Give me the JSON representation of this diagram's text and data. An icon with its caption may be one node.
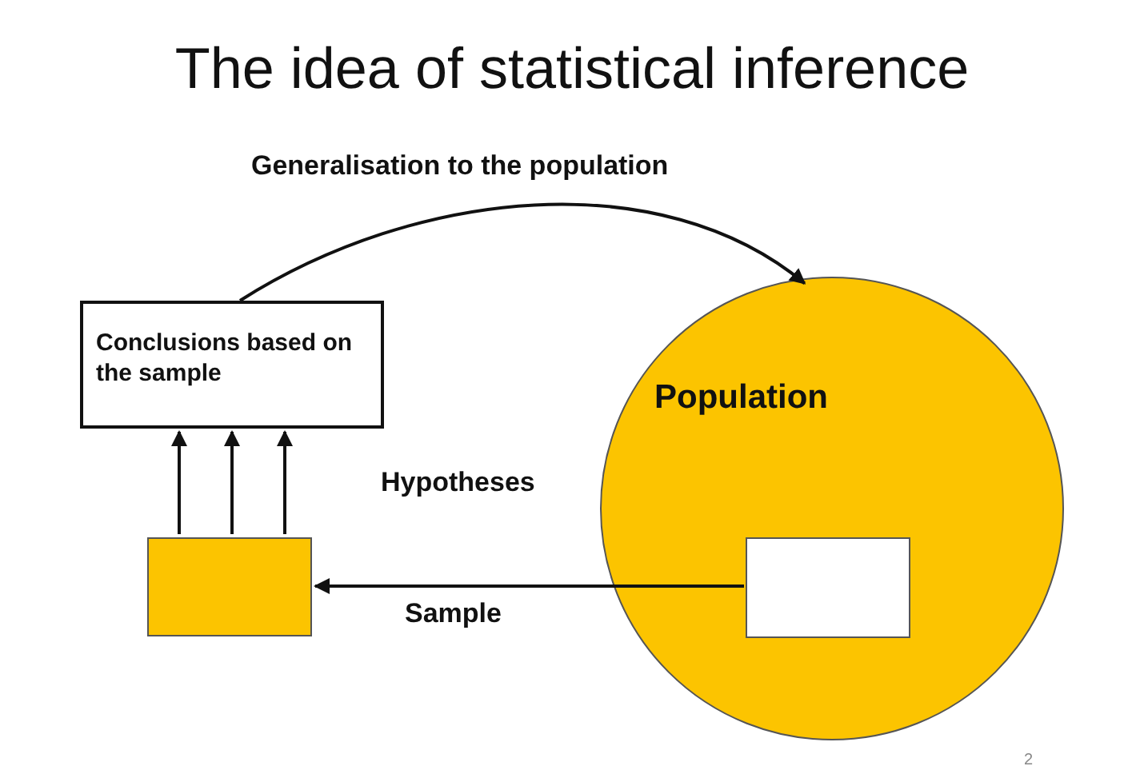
{
  "diagram": {
    "title": "The idea of statistical inference",
    "nodes": [
      {
        "text": [
          "Conclusions based on the sample"
        ]
      },
      {
        "text": [
          "Population"
        ]
      },
      {
        "text": [],
        "shape": "box",
        "in": 1
      },
      {
        "text": [],
        "shape": "box"
      }
    ],
    "edges": [
      {
        "from": 0,
        "to": 1,
        "arrow": "to",
        "label": "Generalisation to the population"
      },
      {
        "from": 2,
        "to": 3,
        "arrow": "to",
        "label": "Sample"
      },
      {
        "from": 3,
        "to": 0,
        "arrow": "to"
      },
      {
        "from": 3,
        "to": 0,
        "arrow": "to"
      },
      {
        "from": 3,
        "to": 0,
        "arrow": "to"
      }
    ],
    "labels": [
      "Hypotheses",
      "2"
    ]
  }
}
